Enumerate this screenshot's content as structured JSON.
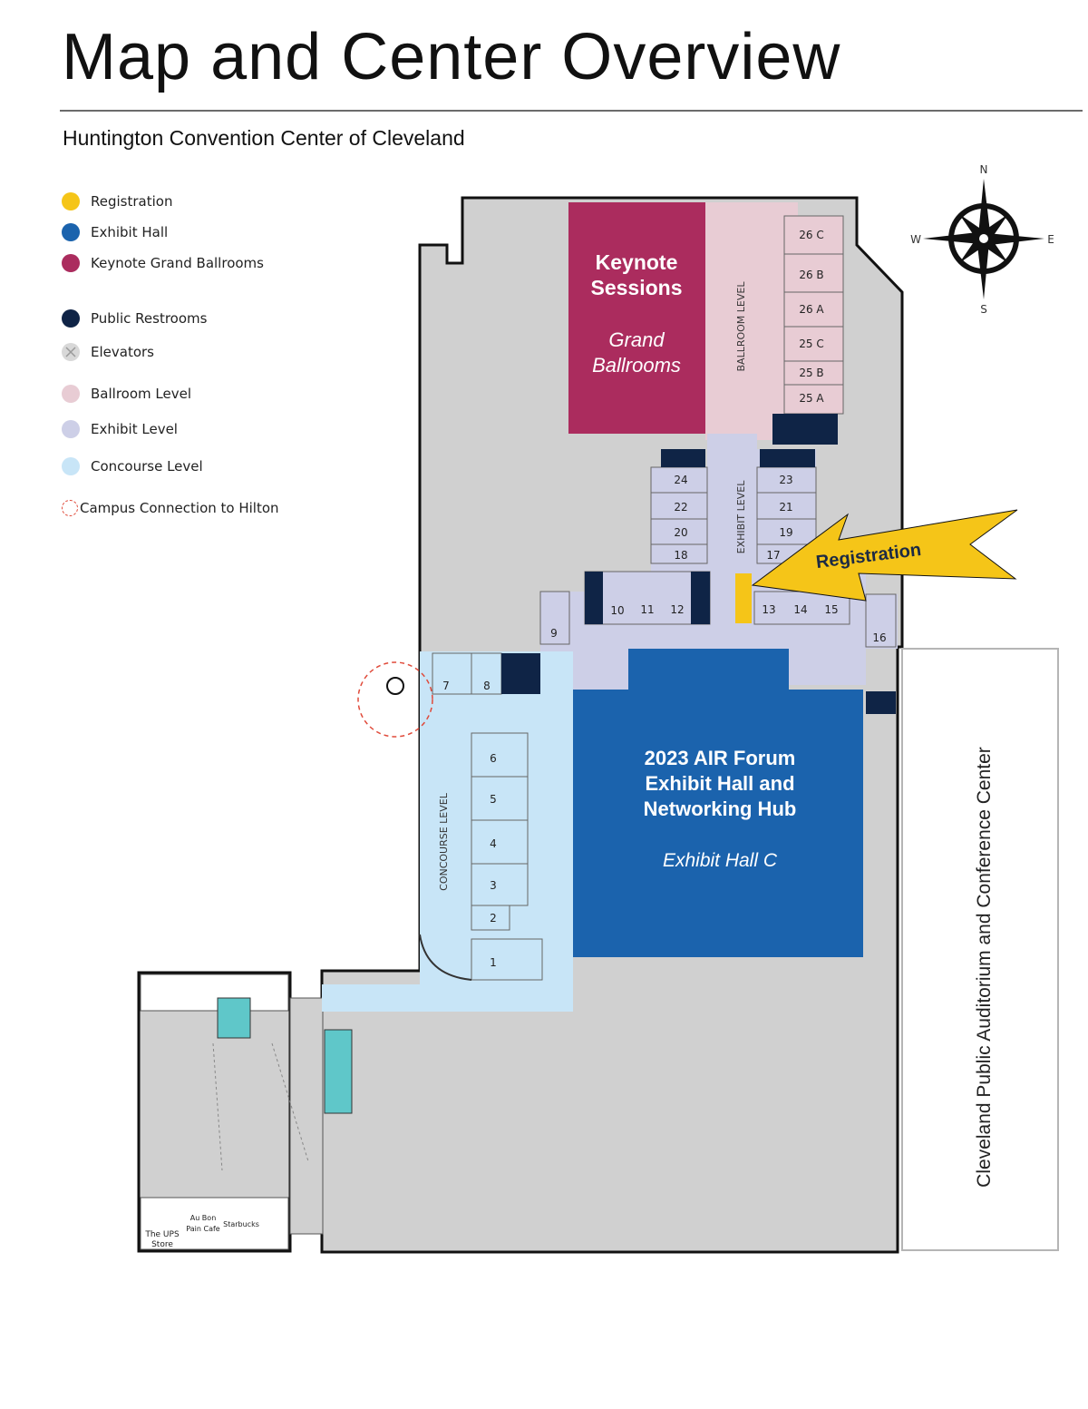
{
  "header": {
    "title": "Map and Center Overview",
    "subtitle": "Huntington Convention Center of Cleveland"
  },
  "legend": [
    {
      "label": "Registration",
      "color": "#f5c518",
      "icon": "filled-circle"
    },
    {
      "label": "Exhibit Hall",
      "color": "#1b63ad",
      "icon": "filled-circle"
    },
    {
      "label": "Keynote Grand Ballrooms",
      "color": "#ab2c5e",
      "icon": "filled-circle"
    },
    {
      "label": "Public Restrooms",
      "color": "#0f2446",
      "icon": "filled-circle"
    },
    {
      "label": "Elevators",
      "color": "#d8d8d8",
      "icon": "x-circle"
    },
    {
      "label": "Ballroom Level",
      "color": "#e8ccd4",
      "icon": "filled-circle"
    },
    {
      "label": "Exhibit Level",
      "color": "#cdcfe7",
      "icon": "filled-circle"
    },
    {
      "label": "Concourse Level",
      "color": "#c8e5f7",
      "icon": "filled-circle"
    },
    {
      "label": "Campus Connection to Hilton",
      "color": "#e04a3a",
      "icon": "dashed-circle"
    }
  ],
  "compass": {
    "n": "N",
    "s": "S",
    "e": "E",
    "w": "W"
  },
  "areas": {
    "keynote_title_line1": "Keynote",
    "keynote_title_line2": "Sessions",
    "keynote_sub_line1": "Grand",
    "keynote_sub_line2": "Ballrooms",
    "exhibit_title_line1": "2023 AIR Forum",
    "exhibit_title_line2": "Exhibit Hall and",
    "exhibit_title_line3": "Networking Hub",
    "exhibit_sub": "Exhibit Hall C",
    "registration_arrow": "Registration",
    "ballroom_level": "BALLROOM LEVEL",
    "exhibit_level": "EXHIBIT LEVEL",
    "concourse_level": "CONCOURSE LEVEL",
    "auditorium": "Cleveland Public Auditorium and Conference Center",
    "ups_line1": "The UPS",
    "ups_line2": "Store",
    "aubon_line1": "Au Bon",
    "aubon_line2": "Pain Cafe",
    "starbucks": "Starbucks"
  },
  "rooms": {
    "r26c": "26 C",
    "r26b": "26 B",
    "r26a": "26 A",
    "r25c": "25 C",
    "r25b": "25 B",
    "r25a": "25 A",
    "r24": "24",
    "r22": "22",
    "r20": "20",
    "r18": "18",
    "r23": "23",
    "r21": "21",
    "r19": "19",
    "r17": "17",
    "r10": "10",
    "r11": "11",
    "r12": "12",
    "r13": "13",
    "r14": "14",
    "r15": "15",
    "r16": "16",
    "r9": "9",
    "r7": "7",
    "r8": "8",
    "r6": "6",
    "r5": "5",
    "r4": "4",
    "r3": "3",
    "r2": "2",
    "r1": "1"
  }
}
